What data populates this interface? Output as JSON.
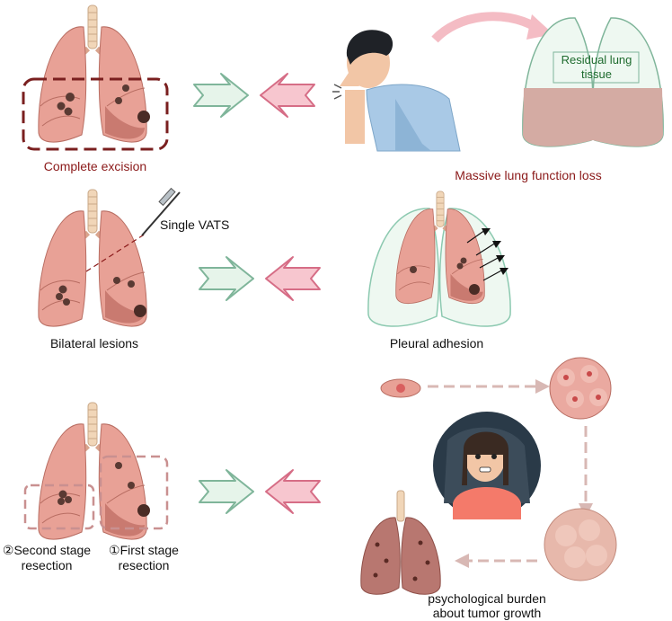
{
  "colors": {
    "lung_fill": "#e8a196",
    "lung_dark": "#c97a70",
    "lesion": "#5a3a33",
    "trachea": "#f1d6b8",
    "arrow_green_fill": "#e6f4ea",
    "arrow_green_stroke": "#7fb59a",
    "arrow_pink_fill": "#f7c6cf",
    "arrow_pink_stroke": "#d66d86",
    "dashed_dark_red": "#7a1f1f",
    "dashed_pink": "#c99090",
    "label_red": "#8b1a1a",
    "label_green": "#1e6b2e",
    "residual_fill": "#d4aba3",
    "pleura_stroke": "#8cc9b0"
  },
  "row1": {
    "left_label": "Complete excision",
    "right_label": "Massive lung function loss",
    "residual_label": "Residual lung tissue"
  },
  "row2": {
    "vats_label": "Single VATS",
    "left_label": "Bilateral lesions",
    "right_label": "Pleural adhesion"
  },
  "row3": {
    "second_stage_label": "②Second stage resection",
    "first_stage_label": "①First stage resection",
    "right_label": "psychological burden about tumor growth"
  },
  "icons": {
    "arrow_right": "green-chevron-arrow-right",
    "arrow_left": "pink-chevron-arrow-left",
    "patient": "coughing-patient-icon",
    "woman": "anxious-woman-icon",
    "scalpel": "scalpel-icon"
  }
}
